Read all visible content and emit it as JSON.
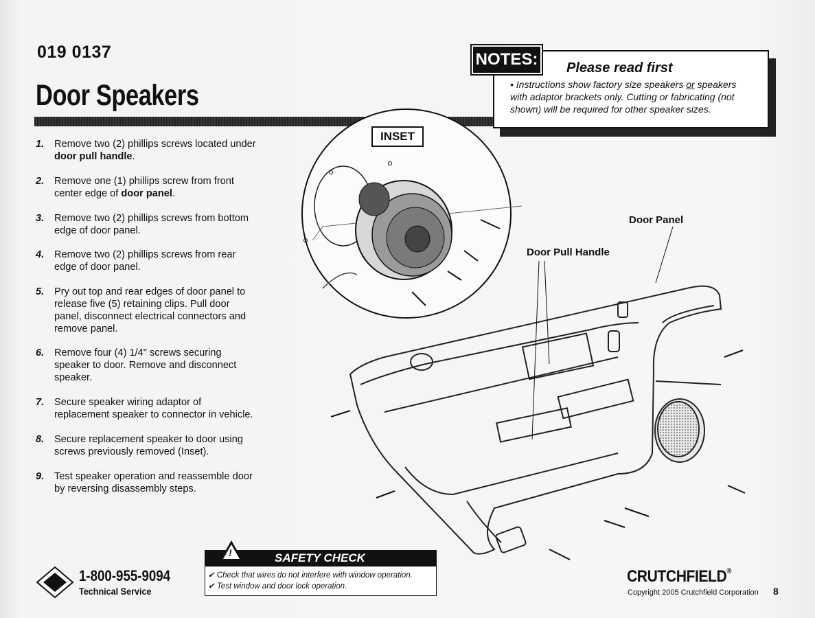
{
  "document": {
    "part_number": "019 0137",
    "title": "Door Speakers"
  },
  "steps": [
    {
      "num": "1.",
      "line1": "Remove two (2) phillips screws located under",
      "bold": "door pull handle",
      "after": "."
    },
    {
      "num": "2.",
      "line1": "Remove one (1) phillips screw from front",
      "before": "center edge of ",
      "bold": "door panel",
      "after": "."
    },
    {
      "num": "3.",
      "line1": "Remove two (2) phillips screws from bottom",
      "line2": "edge of door panel."
    },
    {
      "num": "4.",
      "line1": "Remove two (2) phillips screws from rear",
      "line2": "edge of door panel."
    },
    {
      "num": "5.",
      "line1": "Pry out top and rear edges of door panel to",
      "line2": "release five (5) retaining clips.  Pull door",
      "line3": "panel, disconnect electrical connectors  and",
      "line4": "remove panel."
    },
    {
      "num": "6.",
      "line1": "Remove four (4) 1/4\" screws securing",
      "line2": "speaker to door.  Remove and disconnect",
      "line3": "speaker."
    },
    {
      "num": "7.",
      "line1": "Secure speaker wiring adaptor of",
      "line2": "replacement speaker to connector in vehicle."
    },
    {
      "num": "8.",
      "line1": "Secure replacement speaker to door using",
      "line2": "screws previously removed (Inset)."
    },
    {
      "num": "9.",
      "line1": "Test speaker operation and reassemble door",
      "line2": "by reversing disassembly steps."
    }
  ],
  "notes": {
    "tag": "NOTES:",
    "title": "Please read first",
    "bullet": "•",
    "text_a": "Instructions show factory size speakers ",
    "text_or": "or",
    "text_b": " speakers with adaptor brackets only.  Cutting or fabricating (not shown) will be required for other speaker sizes."
  },
  "figure": {
    "inset_label": "INSET",
    "callout_door_panel": "Door Panel",
    "callout_door_pull_handle": "Door Pull Handle"
  },
  "safety": {
    "heading": "SAFETY CHECK",
    "items": [
      "✔  Check that wires do not interfere with window operation.",
      "✔  Test window and door lock operation."
    ]
  },
  "footer": {
    "phone": "1-800-955-9094",
    "phone_caption": "Technical Service",
    "brand": "CRUTCHFIELD",
    "registered": "®",
    "copyright": "Copyright 2005  Crutchfield Corporation",
    "page_number": "8"
  }
}
